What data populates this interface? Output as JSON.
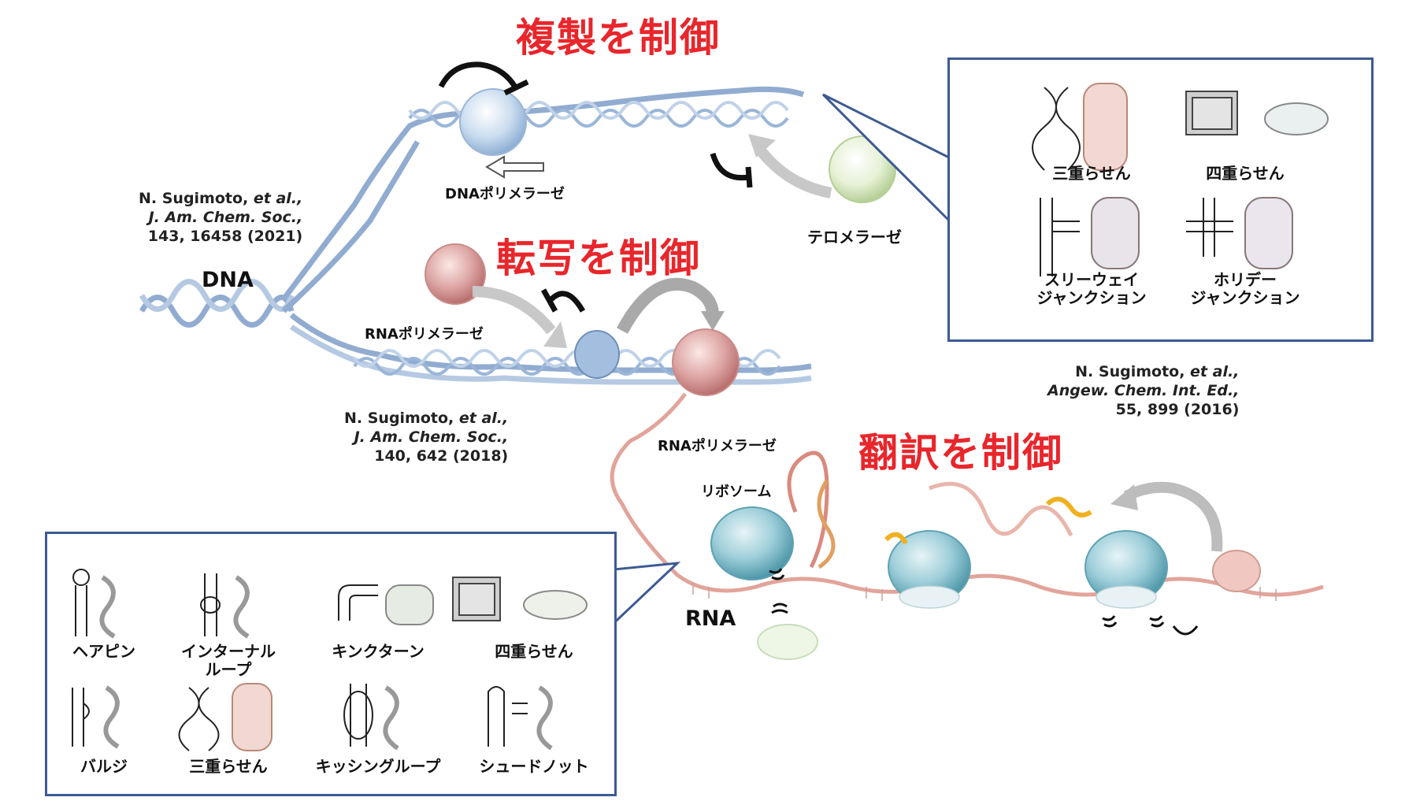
{
  "headings": {
    "replication": "複製を制御",
    "transcription": "転写を制御",
    "translation": "翻訳を制御"
  },
  "labels": {
    "dna": "DNA",
    "rna": "RNA",
    "dna_polymerase": "DNAポリメラーゼ",
    "telomerase": "テロメラーゼ",
    "rna_polymerase_1": "RNAポリメラーゼ",
    "rna_polymerase_2": "RNAポリメラーゼ",
    "ribosome": "リボソーム"
  },
  "citations": {
    "c2021": {
      "authors": "N. Sugimoto, ",
      "etal": "et al.,",
      "journal": "J. Am. Chem. Soc.,",
      "ref": "143, 16458 (2021)"
    },
    "c2018": {
      "authors": "N. Sugimoto, ",
      "etal": "et al.,",
      "journal": "J. Am. Chem. Soc.,",
      "ref": "140, 642 (2018)"
    },
    "c2016": {
      "authors": "N. Sugimoto, ",
      "etal": "et al.,",
      "journal": "Angew. Chem. Int. Ed.,",
      "ref": "55, 899 (2016)"
    }
  },
  "dna_structures": [
    {
      "lines": [
        "三重らせん"
      ]
    },
    {
      "lines": [
        "四重らせん"
      ]
    },
    {
      "lines": [
        "スリーウェイ",
        "ジャンクション"
      ]
    },
    {
      "lines": [
        "ホリデー",
        "ジャンクション"
      ]
    }
  ],
  "rna_structures": [
    {
      "lines": [
        "ヘアピン"
      ]
    },
    {
      "lines": [
        "インターナル",
        "ループ"
      ]
    },
    {
      "lines": [
        "キンクターン"
      ]
    },
    {
      "lines": [
        "四重らせん"
      ]
    },
    {
      "lines": [
        "バルジ"
      ]
    },
    {
      "lines": [
        "三重らせん"
      ]
    },
    {
      "lines": [
        "キッシングループ"
      ]
    },
    {
      "lines": [
        "シュードノット"
      ]
    }
  ],
  "colors": {
    "heading": "#e8262b",
    "panel_border": "#3d5a94",
    "dna_strand": "#7e9ec8",
    "rna_strand": "#e2a49a",
    "ribosome": "#8fc3cf",
    "rna_polymerase": "#d89a98",
    "telomerase": "#dfeecb"
  }
}
